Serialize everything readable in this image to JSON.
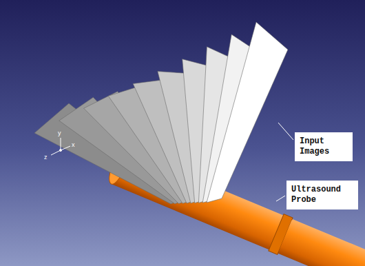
{
  "diagram": {
    "nodes": [
      {
        "text": [
          "Input Images"
        ]
      },
      {
        "text": [
          "Ultrasound Probe"
        ]
      }
    ],
    "labels": [
      "x",
      "y",
      "z"
    ]
  }
}
